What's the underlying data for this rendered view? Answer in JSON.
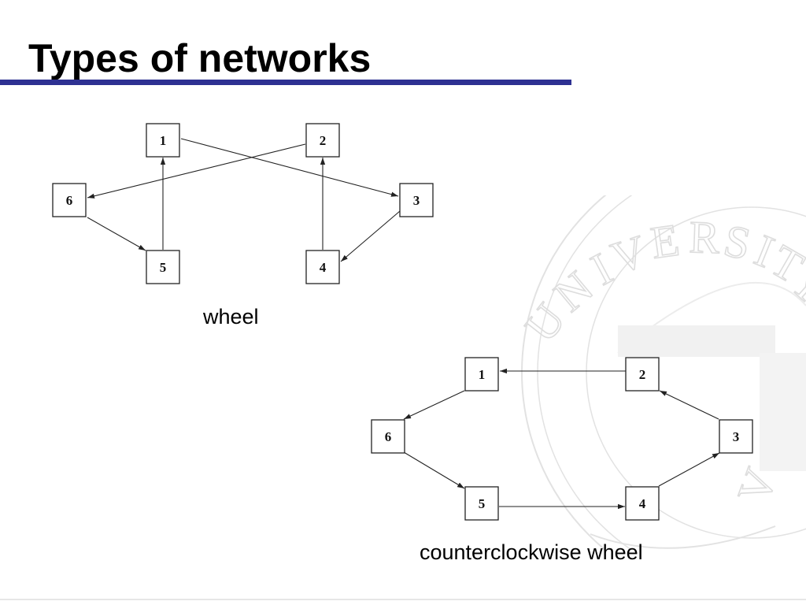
{
  "slide": {
    "title": "Types of networks",
    "accent_color": "#2e3192",
    "seal_lettering": "UNIVERSITY"
  },
  "diagrams": [
    {
      "caption": "wheel",
      "nodes": [
        "1",
        "2",
        "3",
        "4",
        "5",
        "6"
      ],
      "edges": [
        [
          "1",
          "3"
        ],
        [
          "3",
          "4"
        ],
        [
          "4",
          "2"
        ],
        [
          "2",
          "6"
        ],
        [
          "6",
          "5"
        ],
        [
          "5",
          "1"
        ]
      ]
    },
    {
      "caption": "counterclockwise wheel",
      "nodes": [
        "1",
        "2",
        "3",
        "4",
        "5",
        "6"
      ],
      "edges": [
        [
          "1",
          "6"
        ],
        [
          "6",
          "5"
        ],
        [
          "5",
          "4"
        ],
        [
          "4",
          "3"
        ],
        [
          "3",
          "2"
        ],
        [
          "2",
          "1"
        ]
      ]
    }
  ]
}
